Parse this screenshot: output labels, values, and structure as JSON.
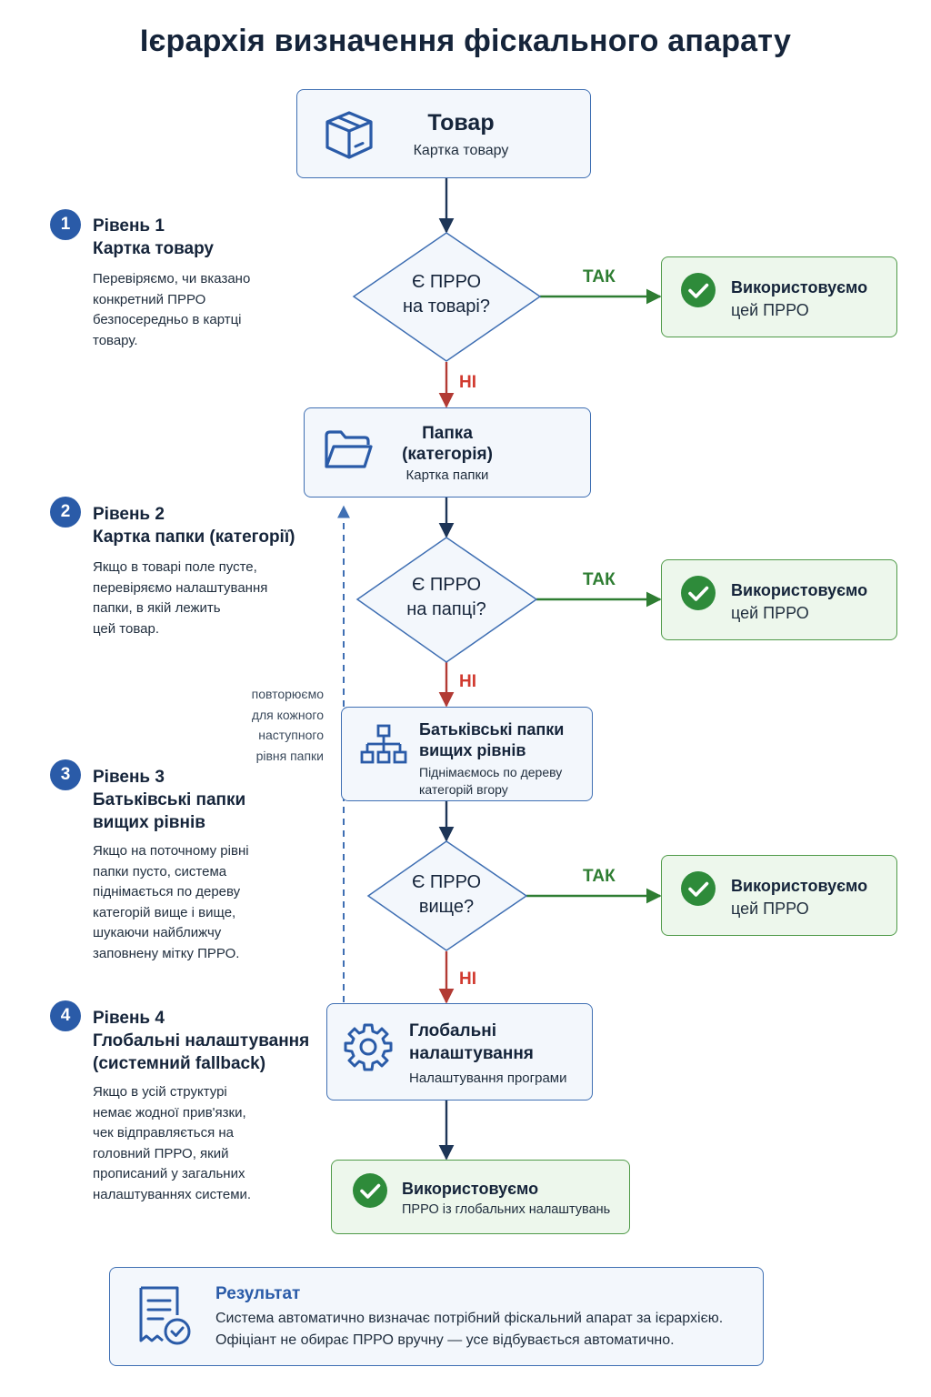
{
  "title": "Ієрархія визначення фіскального апарату",
  "product": {
    "title": "Товар",
    "subtitle": "Картка товару"
  },
  "levels": [
    {
      "num": "1",
      "title_l1": "Рівень 1",
      "title_l2": "Картка товару",
      "title_l3": "",
      "desc": [
        "Перевіряємо, чи вказано",
        "конкретний ПРРО",
        "безпосередньо в картці",
        "товару."
      ]
    },
    {
      "num": "2",
      "title_l1": "Рівень 2",
      "title_l2": "Картка папки (категорії)",
      "title_l3": "",
      "desc": [
        "Якщо в товарі поле пусте,",
        "перевіряємо налаштування",
        "папки, в якій лежить",
        "цей товар."
      ]
    },
    {
      "num": "3",
      "title_l1": "Рівень 3",
      "title_l2": "Батьківські папки",
      "title_l3": "вищих рівнів",
      "desc": [
        "Якщо на поточному рівні",
        "папки пусто, система",
        "піднімається по дереву",
        "категорій вище і вище,",
        "шукаючи найближчу",
        "заповнену мітку ПРРО."
      ]
    },
    {
      "num": "4",
      "title_l1": "Рівень 4",
      "title_l2": "Глобальні налаштування",
      "title_l3": "(системний fallback)",
      "desc": [
        "Якщо в усій структурі",
        "немає жодної прив'язки,",
        "чек відправляється на",
        "головний ПРРО, який",
        "прописаний у загальних",
        "налаштуваннях системи."
      ]
    }
  ],
  "decisions": [
    {
      "line1": "Є ПРРО",
      "line2": "на товарі?"
    },
    {
      "line1": "Є ПРРО",
      "line2": "на папці?"
    },
    {
      "line1": "Є ПРРО",
      "line2": "вище?"
    }
  ],
  "yes_label": "ТАК",
  "no_label": "НІ",
  "use_box": {
    "line1": "Використовуємо",
    "line2": "цей ПРРО"
  },
  "folder": {
    "line1": "Папка",
    "line2": "(категорія)",
    "subtitle": "Картка папки"
  },
  "parents": {
    "line1": "Батьківські папки",
    "line2": "вищих рівнів",
    "sub1": "Піднімаємось по дереву",
    "sub2": "категорій вгору"
  },
  "repeat_note": [
    "повторюємо",
    "для кожного",
    "наступного",
    "рівня папки"
  ],
  "global": {
    "line1": "Глобальні",
    "line2": "налаштування",
    "subtitle": "Налаштування програми"
  },
  "final": {
    "line1": "Використовуємо",
    "line2": "ПРРО із глобальних налаштувань"
  },
  "result": {
    "title": "Результат",
    "line1": "Система автоматично визначає потрібний фіскальний апарат за ієрархією.",
    "line2": "Офіціант не обирає ПРРО вручну — усе відбувається автоматично."
  },
  "colors": {
    "blue": "#2a5ba8",
    "navy": "#1d3557",
    "green": "#2e7d32",
    "red": "#d13a2f"
  }
}
